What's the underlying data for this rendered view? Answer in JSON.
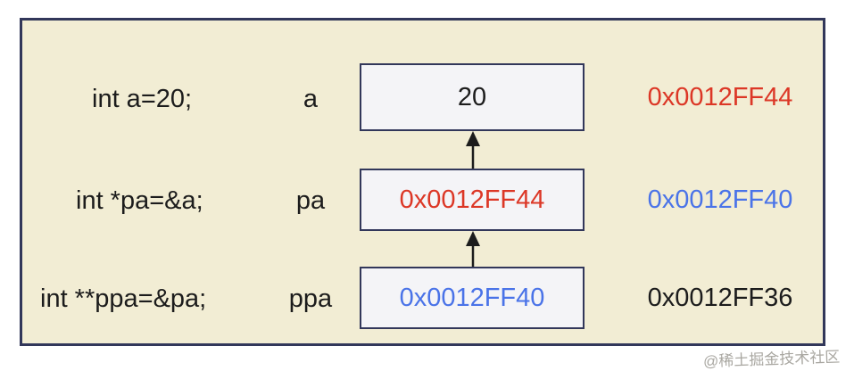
{
  "diagram": {
    "rows": [
      {
        "code": "int a=20;",
        "var": "a",
        "box_value": "20",
        "box_value_color": "#1c1c1c",
        "address": "0x0012FF44",
        "address_color": "#dc3726"
      },
      {
        "code": "int *pa=&a;",
        "var": "pa",
        "box_value": "0x0012FF44",
        "box_value_color": "#dc3726",
        "address": "0x0012FF40",
        "address_color": "#4a73e8"
      },
      {
        "code": "int **ppa=&pa;",
        "var": "ppa",
        "box_value": "0x0012FF40",
        "box_value_color": "#4a73e8",
        "address": "0x0012FF36",
        "address_color": "#1c1c1c"
      }
    ],
    "colors": {
      "frame_border": "#32375a",
      "frame_background": "#f2edd4",
      "box_fill": "#f4f4f7",
      "red": "#dc3726",
      "blue": "#4a73e8",
      "text": "#1c1c1c"
    },
    "watermark": "@稀土掘金技术社区"
  }
}
